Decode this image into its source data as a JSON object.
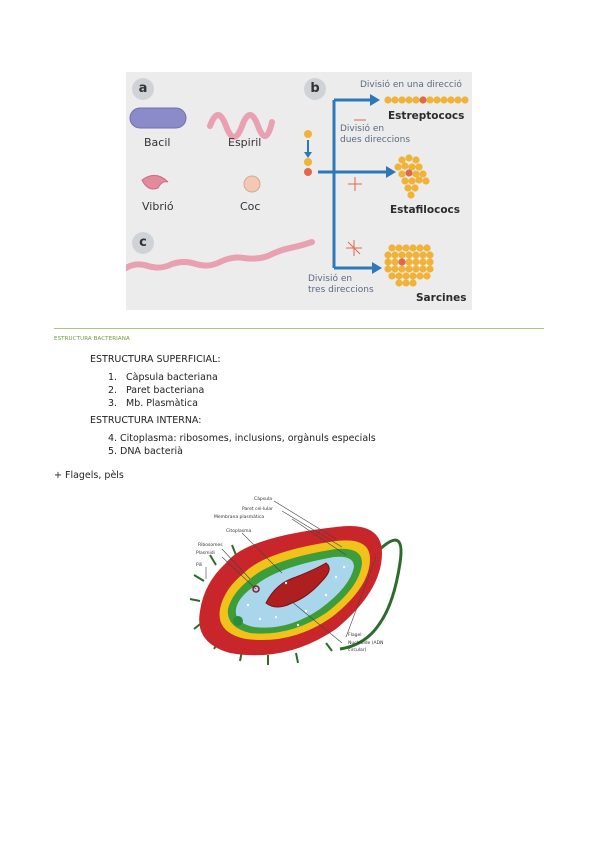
{
  "figure1": {
    "panel_a": "a",
    "panel_b": "b",
    "panel_c": "c",
    "shapes": [
      "Bacil",
      "Espiril",
      "Vibrió",
      "Coc"
    ],
    "division_one": "Divisió en una direcció",
    "division_two": [
      "Divisió en",
      "dues direccions"
    ],
    "division_three": [
      "Divisió en",
      "tres direccions"
    ],
    "types": [
      "Estreptococs",
      "Estafilococs",
      "Sarcines"
    ]
  },
  "heading": "ESTRUCTURA BACTERIANA",
  "sections": [
    {
      "title": "ESTRUCTURA SUPERFICIAL:",
      "items": [
        "Càpsula bacteriana",
        "Paret bacteriana",
        "Mb. Plasmàtica"
      ]
    },
    {
      "title": "ESTRUCTURA INTERNA:",
      "items": [
        "Citoplasma: ribosomes, inclusions, orgànuls especials",
        "DNA bacterià"
      ]
    }
  ],
  "bullet_glyph": "",
  "extra": "+ Flagels, pèls",
  "figure2_labels": {
    "capsula": "Càpsula",
    "paret": "Paret cel·lular",
    "membrana": "Membrana plasmàtica",
    "citoplasma": "Citoplasma",
    "ribosomes": "Ribosomes",
    "plasmidi": "Plasmidi",
    "pili": "Pili",
    "flagel": "Flagel",
    "nucleoide_1": "Nucleoide (ADN",
    "nucleoide_2": "circular)"
  },
  "colors": {
    "heading_green": "#6e9b3d",
    "arrow_blue": "#2f78b8",
    "coccus_yellow": "#f0b33a",
    "cell_red": "#c9262b"
  }
}
